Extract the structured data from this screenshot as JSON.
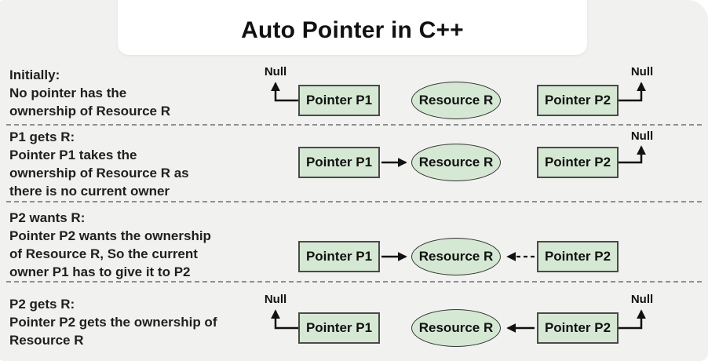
{
  "title": "Auto Pointer in C++",
  "colors": {
    "background": "#f1f1ef",
    "title_card": "#ffffff",
    "shape_fill": "#d5e8d4",
    "shape_border": "#4a4a4a",
    "arrow": "#111111",
    "divider": "#8f8f8f",
    "text": "#1f1f1f"
  },
  "labels": {
    "pointer_p1": "Pointer P1",
    "resource_r": "Resource R",
    "pointer_p2": "Pointer P2",
    "null": "Null"
  },
  "rows": [
    {
      "heading": "Initially:",
      "lines": [
        "No pointer has the",
        "ownership of Resource R"
      ],
      "p1_state": "null",
      "p2_state": "null"
    },
    {
      "heading": "P1 gets R:",
      "lines": [
        "Pointer P1 takes the",
        "ownership of Resource R as",
        "there is no current owner"
      ],
      "p1_state": "owns-resource (solid arrow to Resource R)",
      "p2_state": "null"
    },
    {
      "heading": "P2 wants R:",
      "lines": [
        "Pointer P2 wants the ownership",
        "of Resource R, So the current",
        "owner P1 has to give it to P2"
      ],
      "p1_state": "owns-resource (solid arrow to Resource R)",
      "p2_state": "wants-resource (dashed arrow to Resource R)"
    },
    {
      "heading": "P2 gets R:",
      "lines": [
        "Pointer P2 gets the ownership of",
        "Resource R"
      ],
      "p1_state": "null",
      "p2_state": "owns-resource (solid arrow to Resource R), null branch shown"
    }
  ]
}
